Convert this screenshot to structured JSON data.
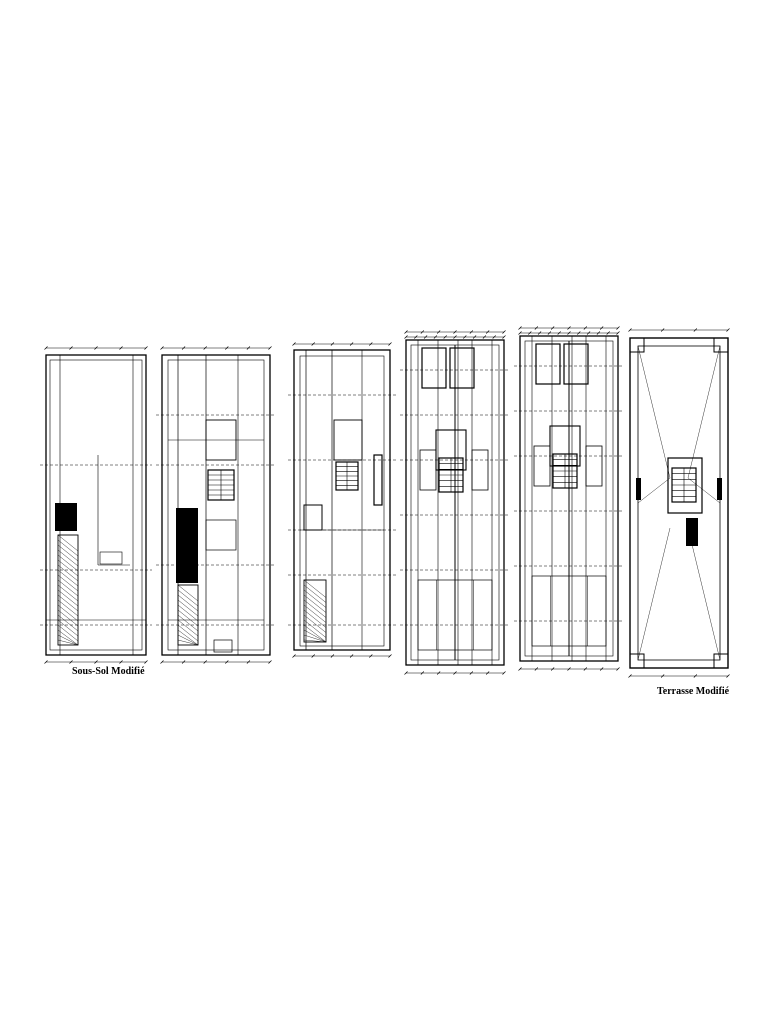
{
  "drawing": {
    "captions": {
      "basement": "Sous-Sol Modifié",
      "terrace": "Terrasse Modifié"
    },
    "plans": [
      {
        "id": "plan-basement",
        "caption_key": "basement"
      },
      {
        "id": "plan-ground-floor"
      },
      {
        "id": "plan-first-floor"
      },
      {
        "id": "plan-typical-floor-a"
      },
      {
        "id": "plan-typical-floor-b"
      },
      {
        "id": "plan-terrace",
        "caption_key": "terrace"
      }
    ],
    "colors": {
      "ink": "#000000",
      "paper": "#ffffff",
      "hatch": "#000000"
    }
  }
}
